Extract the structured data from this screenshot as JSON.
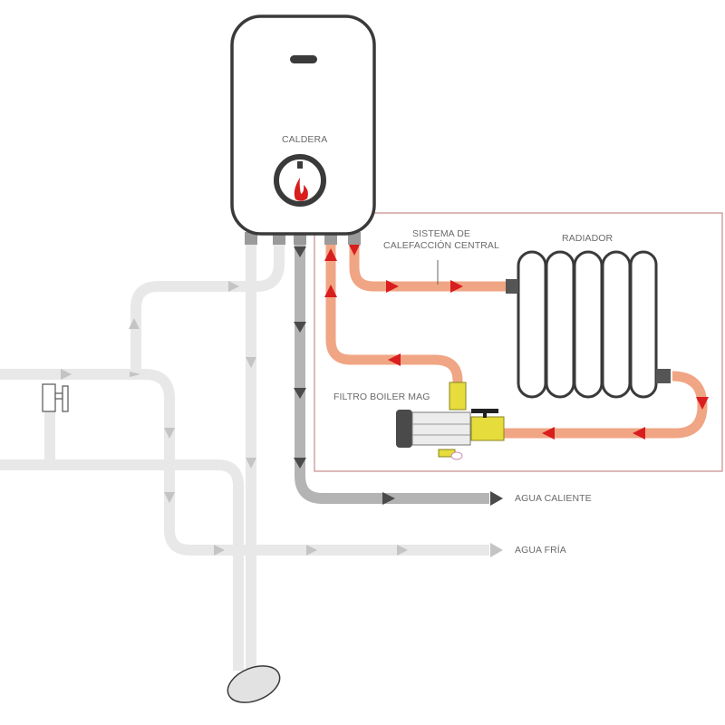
{
  "diagram": {
    "title": "Sistema de calefacción central con caldera",
    "labels": {
      "boiler": "CALDERA",
      "central_heating_line1": "SISTEMA DE",
      "central_heating_line2": "CALEFACCIÓN CENTRAL",
      "radiator": "RADIADOR",
      "filter": "FILTRO BOILER MAG",
      "hot_water": "AGUA CALIENTE",
      "cold_water": "AGUA FRÍA"
    },
    "colors": {
      "heating_pipe": "#f0a584",
      "flow_arrow": "#d81e1e",
      "hot_water_pipe": "#b4b4b4",
      "hot_water_arrow": "#4a4a4a",
      "cold_water_pipe": "#e8e8e8",
      "cold_water_arrow": "#c4c4c4",
      "outline": "#3a3a3a",
      "circuit_frame": "#c98a8a",
      "valve_brass": "#e6dc3c"
    },
    "radiator_columns": 5
  }
}
